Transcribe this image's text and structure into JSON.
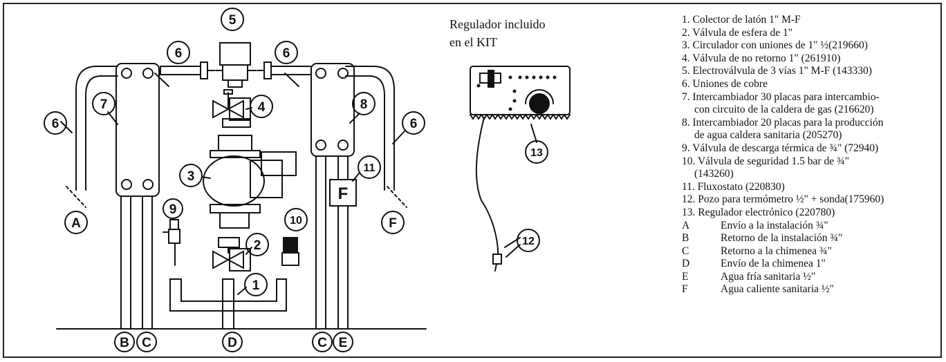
{
  "callouts": {
    "n1": "1",
    "n2": "2",
    "n3": "3",
    "n4": "4",
    "n5": "5",
    "n6a": "6",
    "n6b": "6",
    "n6c": "6",
    "n6d": "6",
    "n7": "7",
    "n8": "8",
    "n9": "9",
    "n10": "10",
    "n11": "11",
    "n12": "12",
    "n13": "13",
    "A": "A",
    "B": "B",
    "C1": "C",
    "C2": "C",
    "D": "D",
    "E": "E",
    "F": "F",
    "flow_switch_box": "F"
  },
  "kit_caption": {
    "line1": "Regulador incluido",
    "line2": "en el KIT"
  },
  "legend": {
    "items": [
      {
        "text": "1. Colector de latón 1\" M-F"
      },
      {
        "text": "2. Válvula de esfera de 1\""
      },
      {
        "text": "3. Circulador con uniones de 1\" ½(219660)"
      },
      {
        "text": "4. Válvula de no retorno 1\" (261910)"
      },
      {
        "text": "5. Electroválvula de 3 vías 1\" M-F (143330)"
      },
      {
        "text": "6. Uniones de cobre"
      },
      {
        "text": "7. Intercambiador 30 placas para intercambio-",
        "cont": "con circuito de la caldera de gas (216620)"
      },
      {
        "text": "8. Intercambiador 20 placas para la producción",
        "cont": "de agua caldera sanitaria (205270)"
      },
      {
        "text": "9. Válvula de descarga térmica de ¾\" (72940)"
      },
      {
        "text": "10. Válvula de seguridad 1.5 bar de ¾\"",
        "cont": "(143260)"
      },
      {
        "text": "11. Fluxostato (220830)"
      },
      {
        "text": "12. Pozo para termómetro ½\" + sonda(175960)"
      },
      {
        "text": "13. Regulador electrónico (220780)"
      }
    ],
    "letters": [
      {
        "k": "A",
        "v": "Envío a la instalación ¾\""
      },
      {
        "k": "B",
        "v": "Retorno de la instalación ¾\""
      },
      {
        "k": "C",
        "v": "Retorno a la chimenea ¾\""
      },
      {
        "k": "D",
        "v": "Envío de la chimenea 1\""
      },
      {
        "k": "E",
        "v": "Agua fría sanitaria ½\""
      },
      {
        "k": "F",
        "v": "Agua caliente sanitaria ½\""
      }
    ]
  }
}
